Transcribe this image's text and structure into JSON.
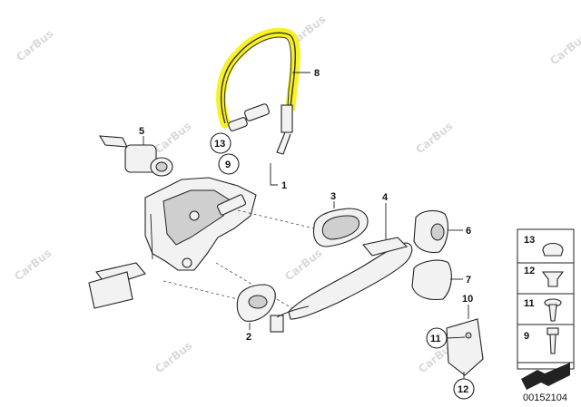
{
  "watermark": "CarBus",
  "part_labels": {
    "p1": "1",
    "p2": "2",
    "p3": "3",
    "p4": "4",
    "p5": "5",
    "p6": "6",
    "p7": "7",
    "p8": "8",
    "p9": "9",
    "p10": "10",
    "p11": "11",
    "p12": "12",
    "p13": "13"
  },
  "legend": [
    {
      "num": "13",
      "icon": "plug-cap-icon"
    },
    {
      "num": "12",
      "icon": "rivet-nut-icon"
    },
    {
      "num": "11",
      "icon": "screw-icon"
    },
    {
      "num": "9",
      "icon": "bolt-icon"
    }
  ],
  "diagram_number": "00152104",
  "highlight_color": "#f7ef00"
}
